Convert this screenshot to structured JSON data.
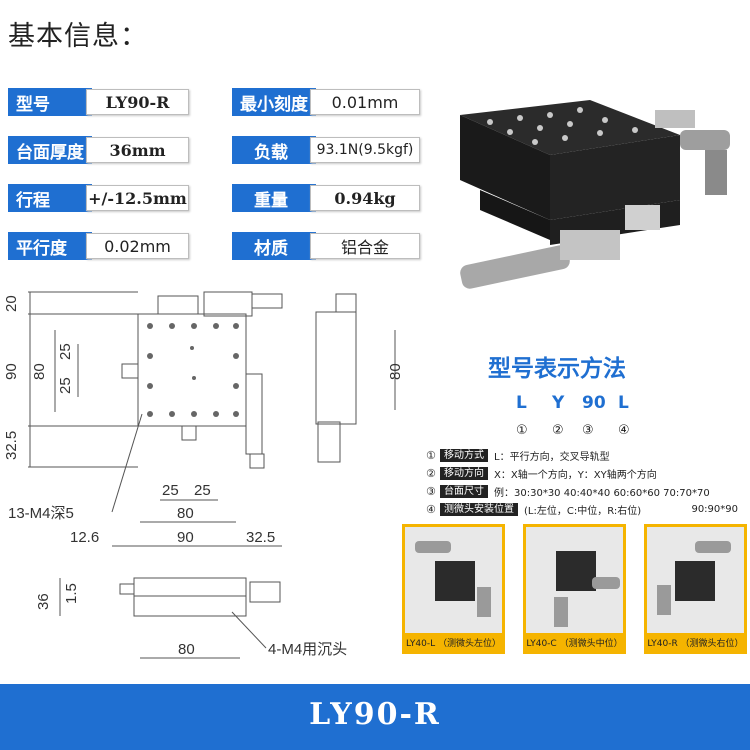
{
  "page": {
    "title": "基本信息："
  },
  "specs": {
    "left": [
      {
        "label": "型号",
        "value": "LY90-R",
        "serif": true
      },
      {
        "label": "台面厚度",
        "value": "36mm",
        "serif": true
      },
      {
        "label": "行程",
        "value": "+/-12.5mm",
        "serif": true
      },
      {
        "label": "平行度",
        "value": "0.02mm",
        "serif": false
      }
    ],
    "right": [
      {
        "label": "最小刻度",
        "value": "0.01mm",
        "serif": false
      },
      {
        "label": "负载",
        "value": "93.1N(9.5kgf)",
        "serif": false
      },
      {
        "label": "重量",
        "value": "0.94kg",
        "serif": true
      },
      {
        "label": "材质",
        "value": "铝合金",
        "serif": false
      }
    ]
  },
  "drawing": {
    "dims_left": [
      "20",
      "90",
      "80",
      "25",
      "25",
      "32.5"
    ],
    "dims_bottom": [
      "25",
      "25",
      "80",
      "90",
      "12.6",
      "32.5"
    ],
    "side_dim": "80",
    "front_dims": [
      "36",
      "1.5",
      "80"
    ],
    "callout_holes": "13-M4深5",
    "callout_mount": "4-M4用沉头"
  },
  "model_code": {
    "title": "型号表示方法",
    "letters": [
      "L",
      "Y",
      "90",
      "L"
    ],
    "numbers": [
      "①",
      "②",
      "③",
      "④"
    ],
    "legend": [
      {
        "num": "①",
        "key": "移动方式",
        "text": "L：平行方向，交叉导轨型"
      },
      {
        "num": "②",
        "key": "移动方向",
        "text": "X：X轴一个方向，Y：XY轴两个方向"
      },
      {
        "num": "③",
        "key": "台面尺寸",
        "text": "例：30:30*30  40:40*40  60:60*60  70:70*70"
      },
      {
        "num": "",
        "key": "",
        "text": "90:90*90"
      },
      {
        "num": "④",
        "key": "测微头安装位置",
        "text": "(L:左位，C:中位，R:右位)"
      }
    ],
    "variants": [
      {
        "caption": "LY40-L （测微头左位）"
      },
      {
        "caption": "LY40-C （测微头中位）"
      },
      {
        "caption": "LY40-R （测微头右位）"
      }
    ]
  },
  "footer": {
    "model": "LY90-R"
  },
  "colors": {
    "accent": "#1f6fd1",
    "highlight": "#f5b400"
  }
}
